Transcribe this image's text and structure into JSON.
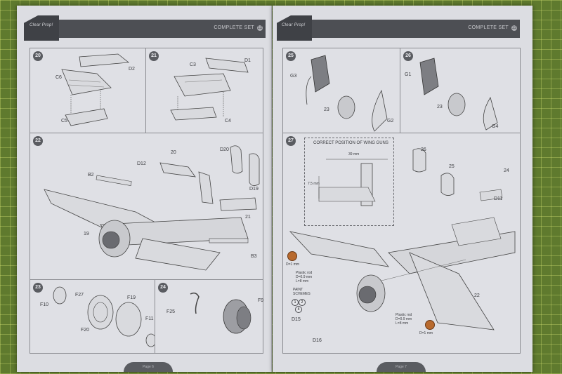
{
  "left_page": {
    "logo": "Clear Prop!",
    "set_title": "COMPLETE SET",
    "page_number": "12",
    "footer": "Page 6",
    "steps": [
      {
        "num": "20",
        "parts": [
          "D2",
          "C6",
          "C5"
        ]
      },
      {
        "num": "21",
        "parts": [
          "C3",
          "D1",
          "C4"
        ]
      },
      {
        "num": "22",
        "parts": [
          "D12",
          "20",
          "D20",
          "B2",
          "D19",
          "21",
          "19",
          "B3"
        ]
      },
      {
        "num": "23",
        "parts": [
          "F27",
          "F10",
          "F19",
          "F20",
          "F11"
        ]
      },
      {
        "num": "24",
        "parts": [
          "F9",
          "F25"
        ]
      }
    ]
  },
  "right_page": {
    "logo": "Clear Prop!",
    "set_title": "COMPLETE SET",
    "page_number": "13",
    "footer": "Page 7",
    "steps": [
      {
        "num": "25",
        "parts": [
          "G3",
          "23",
          "G2"
        ]
      },
      {
        "num": "26",
        "parts": [
          "G1",
          "23",
          "G4"
        ]
      },
      {
        "num": "27",
        "parts": [
          "26",
          "25",
          "24",
          "D11",
          "22",
          "D15",
          "D16"
        ]
      }
    ],
    "inset": {
      "title": "CORRECT POSITION OF WING GUNS",
      "dim1": "39 mm",
      "dim2": "7.5 mm"
    },
    "notes": {
      "drill_left": "D=1 mm",
      "plastic_rod_left": [
        "Plastic rod",
        "D=0.9 mm",
        "L=8 mm"
      ],
      "paint_schemes": [
        "PAINT",
        "SCHEMES"
      ],
      "scheme_ids": [
        "1",
        "2",
        "4"
      ],
      "plastic_rod_right": [
        "Plastic rod",
        "D=0.9 mm",
        "L=8 mm"
      ],
      "drill_right": "D=1 mm"
    }
  },
  "colors": {
    "mat": "#5f7a2e",
    "paper": "#dcdde2",
    "header": "#4d4f54",
    "paint_marker": "#b86a2e"
  }
}
